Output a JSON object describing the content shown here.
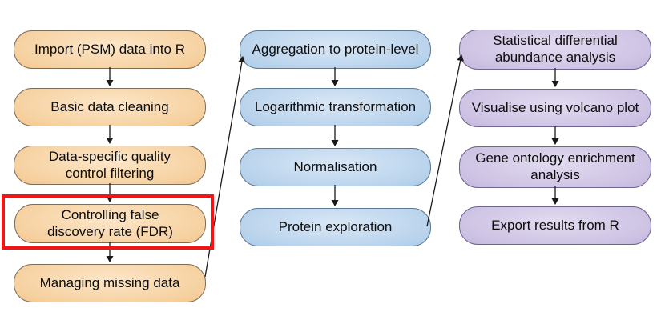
{
  "diagram": {
    "type": "flowchart",
    "columns": [
      {
        "id": "psm-level-processing",
        "fill_center": "#fce6c8",
        "fill_edge": "#eca156",
        "border_color": "#7d6c58",
        "boxes": [
          "Import (PSM) data into R",
          "Basic data cleaning",
          "Data-specific quality\ncontrol filtering",
          "Controlling false\ndiscovery rate (FDR)",
          "Managing missing data"
        ]
      },
      {
        "id": "protein-level-processing",
        "fill_center": "#d9e7f6",
        "fill_edge": "#7fafdd",
        "border_color": "#5d7a96",
        "boxes": [
          "Aggregation to protein-level",
          "Logarithmic transformation",
          "Normalisation",
          "Protein exploration"
        ]
      },
      {
        "id": "analysis-and-export",
        "fill_center": "#e2dbf0",
        "fill_edge": "#a190c8",
        "border_color": "#6f6590",
        "boxes": [
          "Statistical differential\nabundance analysis",
          "Visualise using volcano plot",
          "Gene ontology enrichment\nanalysis",
          "Export results from R"
        ]
      }
    ],
    "highlight": {
      "highlighted_step": "Controlling false\ndiscovery rate (FDR)",
      "color": "#ee1616"
    },
    "arrow_color": "#1a1a1a"
  }
}
